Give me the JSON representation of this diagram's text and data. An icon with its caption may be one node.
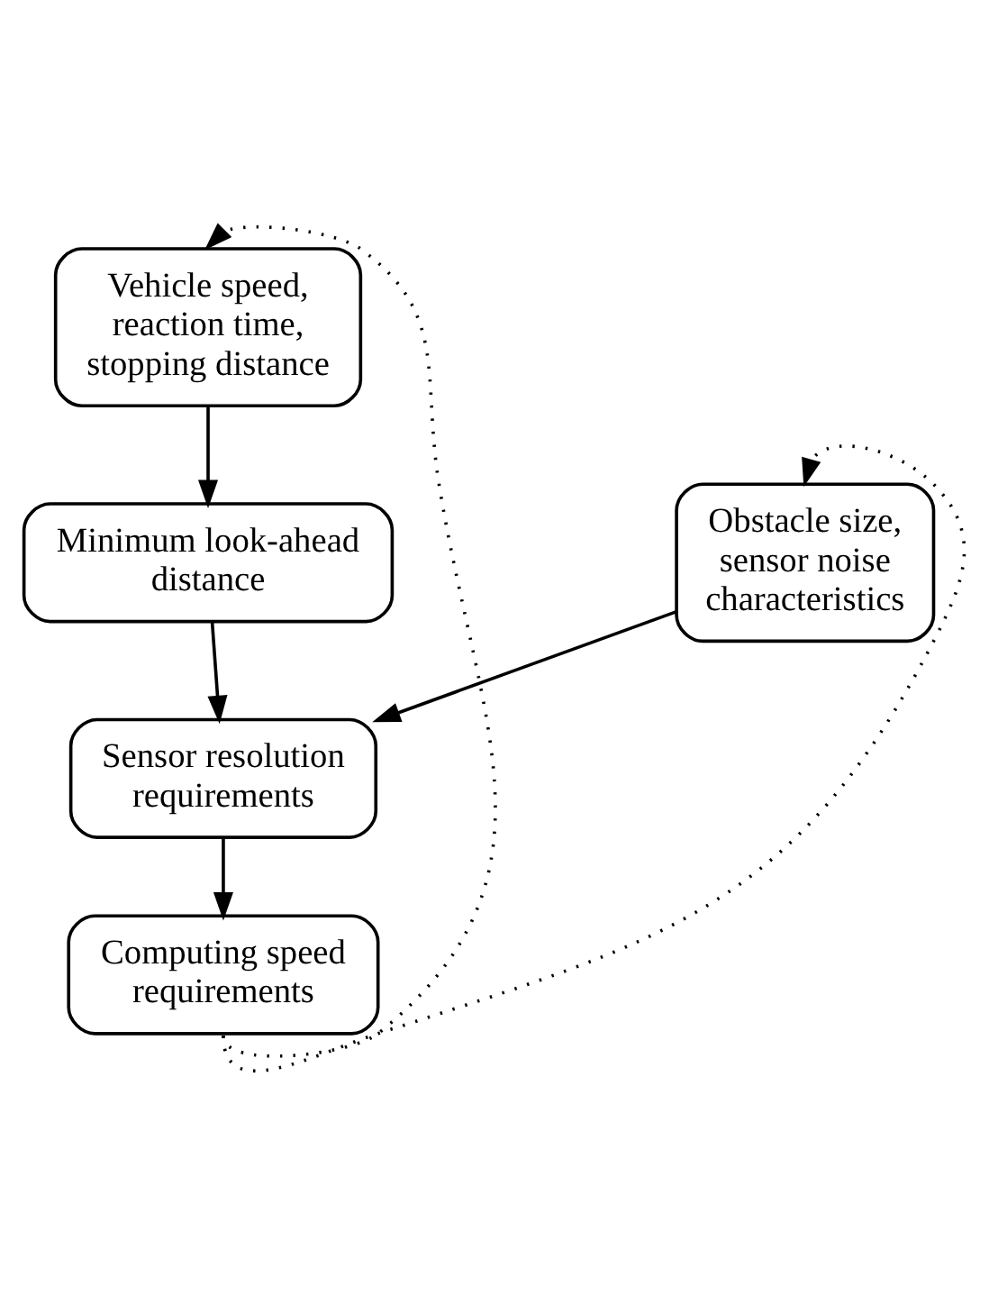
{
  "diagram": {
    "nodes": [
      {
        "text": [
          "Vehicle speed, reaction time, stopping distance"
        ]
      },
      {
        "text": [
          "Minimum look-ahead distance"
        ]
      },
      {
        "text": [
          "Obstacle size, sensor noise characteristics"
        ]
      },
      {
        "text": [
          "Sensor resolution requirements"
        ]
      },
      {
        "text": [
          "Computing speed requirements"
        ]
      }
    ],
    "edges": [
      {
        "from": 0,
        "to": 1,
        "arrow": "to"
      },
      {
        "from": 1,
        "to": 3,
        "arrow": "to"
      },
      {
        "from": 2,
        "to": 3,
        "arrow": "to"
      },
      {
        "from": 3,
        "to": 4,
        "arrow": "to"
      },
      {
        "from": 4,
        "to": 0,
        "arrow": "to",
        "style": "dashed"
      },
      {
        "from": 4,
        "to": 2,
        "arrow": "to",
        "style": "dashed"
      }
    ]
  }
}
